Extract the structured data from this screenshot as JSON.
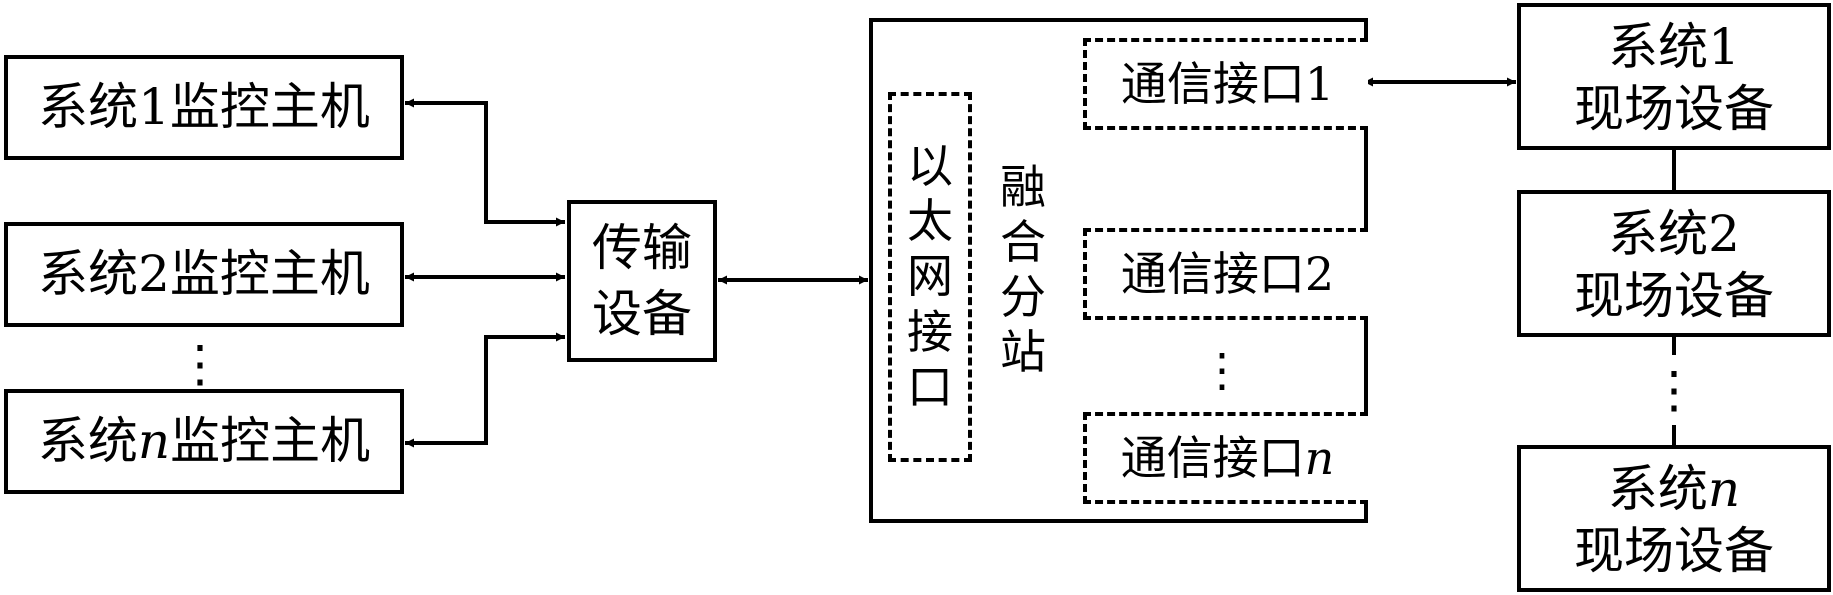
{
  "monitor_hosts": [
    {
      "prefix": "系统",
      "num": "1",
      "suffix": "监控主机"
    },
    {
      "prefix": "系统",
      "num": "2",
      "suffix": "监控主机"
    },
    {
      "prefix": "系统",
      "num": "n",
      "suffix": "监控主机"
    }
  ],
  "left_ellipsis": "⋮",
  "transmission": {
    "line1": "传输",
    "line2": "设备"
  },
  "station": {
    "ethernet_chars": [
      "以",
      "太",
      "网",
      "接",
      "口"
    ],
    "name_chars": [
      "融",
      "合",
      "分",
      "站"
    ],
    "interfaces": [
      {
        "prefix": "通信接口",
        "num": "1"
      },
      {
        "prefix": "通信接口",
        "num": "2"
      },
      {
        "prefix": "通信接口",
        "num": "n"
      }
    ],
    "ellipsis": "⋮"
  },
  "field_devices": [
    {
      "prefix": "系统",
      "num": "1",
      "line2": "现场设备"
    },
    {
      "prefix": "系统",
      "num": "2",
      "line2": "现场设备"
    },
    {
      "prefix": "系统",
      "num": "n",
      "line2": "现场设备"
    }
  ],
  "right_ellipsis": "⋮"
}
